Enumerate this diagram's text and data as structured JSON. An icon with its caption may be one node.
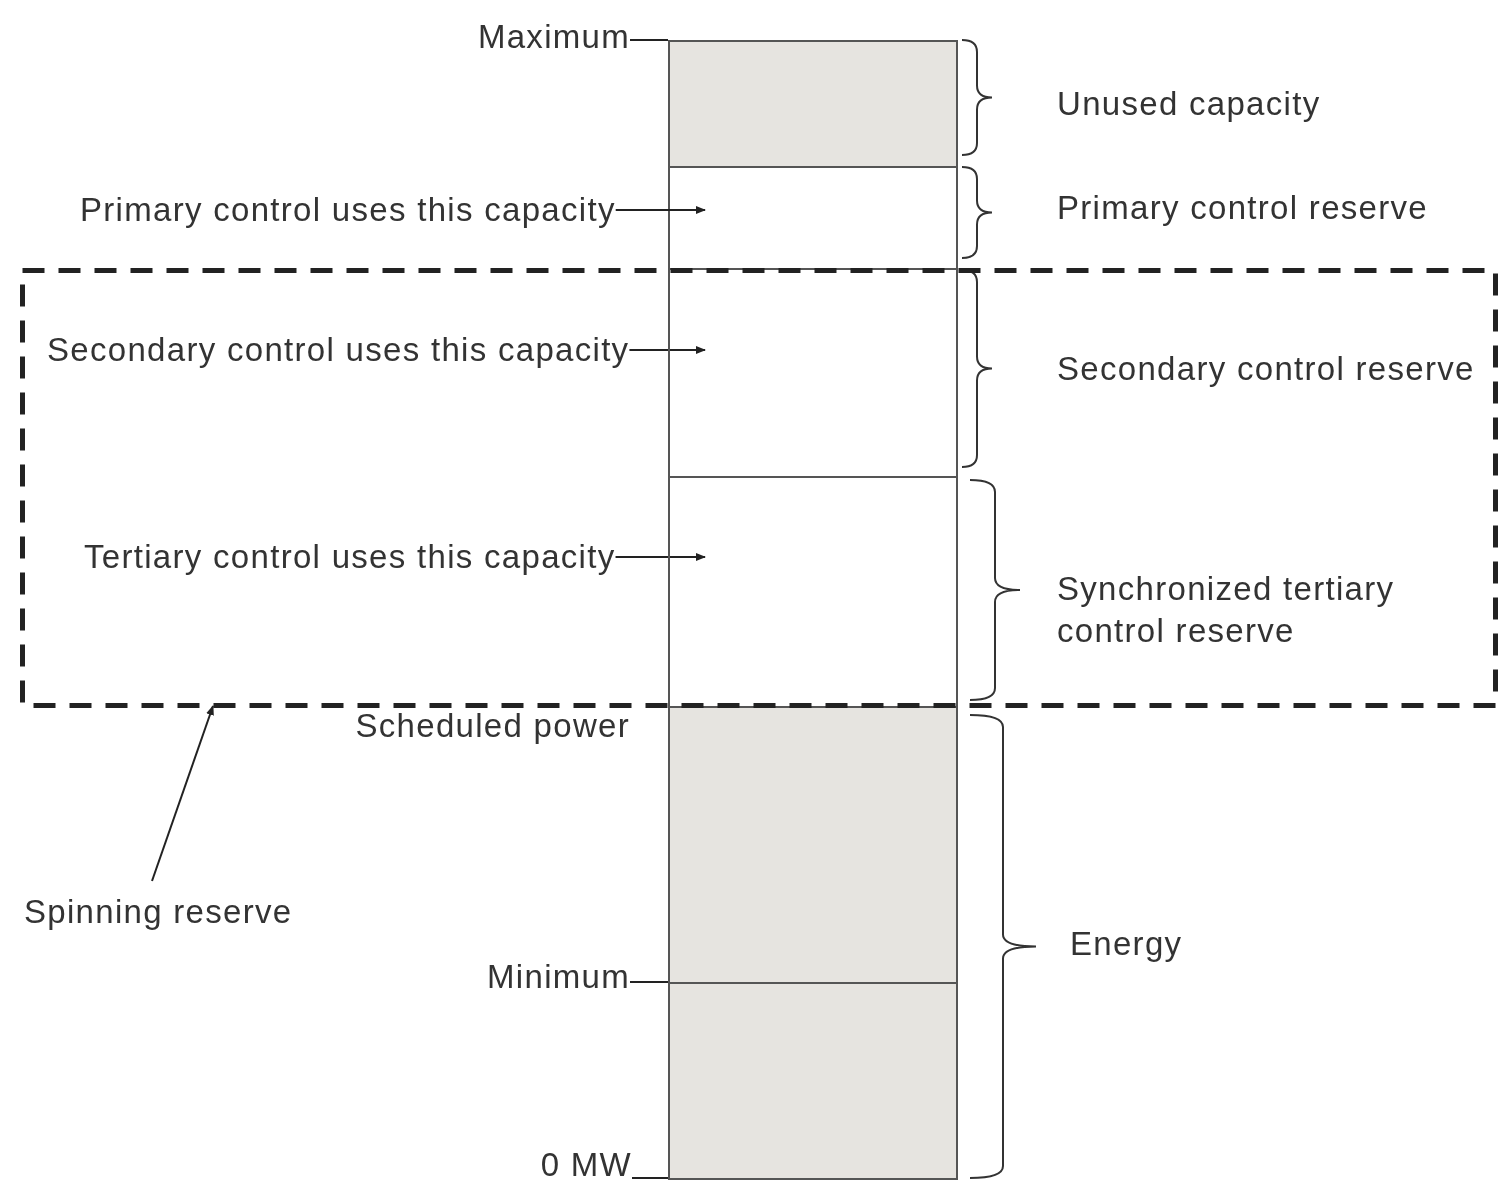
{
  "diagram": {
    "nodes": [
      {
        "text": [],
        "shape": "box"
      },
      {
        "text": [
          "Primary control uses this capacity"
        ]
      },
      {
        "text": [],
        "shape": "box"
      },
      {
        "text": [],
        "shape": "box"
      },
      {
        "text": [
          "Secondary control uses this capacity"
        ],
        "in": 3
      },
      {
        "text": [],
        "shape": "box",
        "in": 3
      },
      {
        "text": [
          "Tertiary control uses this capacity"
        ],
        "in": 3
      },
      {
        "text": [],
        "shape": "box",
        "in": 3
      },
      {
        "text": [],
        "shape": "box"
      },
      {
        "text": [
          "Spinning reserve"
        ]
      },
      {
        "text": [],
        "shape": "box"
      }
    ],
    "edges": [
      {
        "from": 1,
        "to": 2,
        "arrow": "to"
      },
      {
        "from": 4,
        "to": 5,
        "arrow": "to"
      },
      {
        "from": 6,
        "to": 7,
        "arrow": "to"
      },
      {
        "from": 9,
        "to": 3,
        "arrow": "to"
      }
    ],
    "labels": [
      "Maximum",
      "Unused capacity",
      "Primary control reserve",
      "Secondary control reserve",
      "Synchronized tertiary control reserve",
      "Scheduled power",
      "Energy",
      "Minimum",
      "0 MW"
    ]
  }
}
